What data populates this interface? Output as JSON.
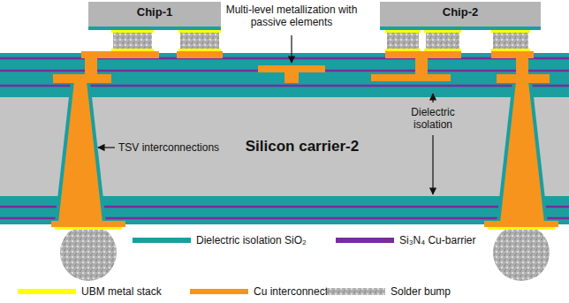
{
  "diagram": {
    "nodes": [
      {
        "text": [
          "Chip-1"
        ]
      },
      {
        "text": [
          "Chip-2"
        ]
      },
      {
        "text": [
          "Silicon carrier-2"
        ]
      }
    ],
    "labels": [
      "Multi-level metallization with passive elements",
      "TSV interconnections",
      "Dielectric isolation"
    ],
    "legend": [
      {
        "text": "Dielectric isolation SiO₂",
        "color": "#1b9e9f"
      },
      {
        "text": "Si₃N₄ Cu-barrier",
        "color": "#7b2b9f"
      },
      {
        "text": "UBM metal stack",
        "color": "#ffff00"
      },
      {
        "text": "Cu interconnect",
        "color": "#f7941d"
      },
      {
        "text": "Solder bump"
      }
    ]
  }
}
